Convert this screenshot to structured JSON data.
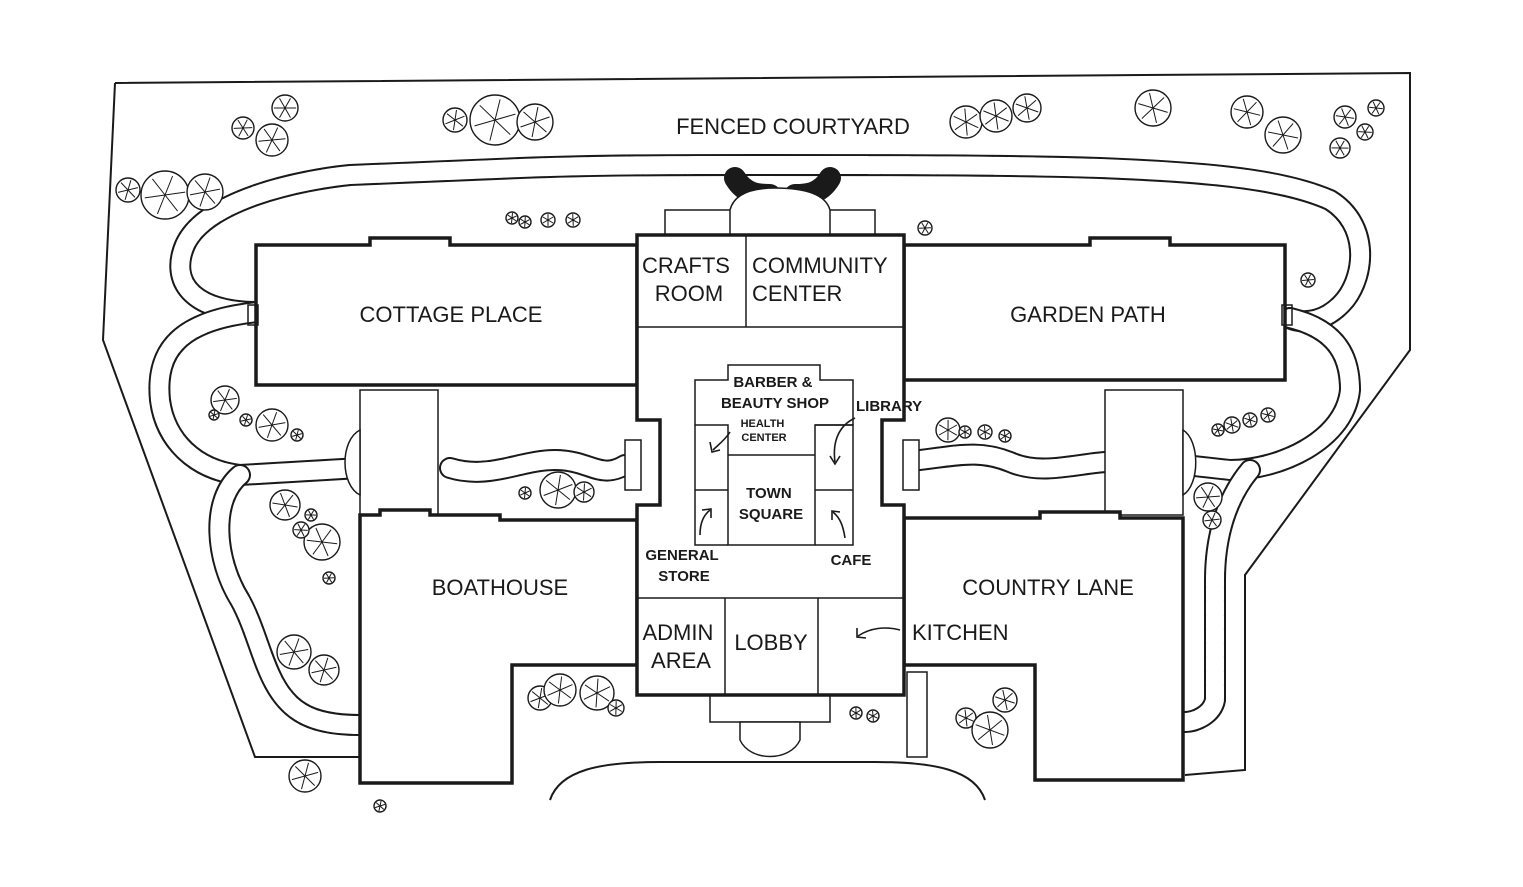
{
  "map": {
    "courtyard_label": "FENCED COURTYARD",
    "wings": {
      "cottage_place": "COTTAGE PLACE",
      "garden_path": "GARDEN PATH",
      "boathouse": "BOATHOUSE",
      "country_lane": "COUNTRY LANE"
    },
    "rooms": {
      "crafts_room": [
        "CRAFTS",
        "ROOM"
      ],
      "community_center": [
        "COMMUNITY",
        "CENTER"
      ],
      "barber": [
        "BARBER &",
        "BEAUTY SHOP"
      ],
      "library": "LIBRARY",
      "health_center": [
        "HEALTH",
        "CENTER"
      ],
      "town_square": [
        "TOWN",
        "SQUARE"
      ],
      "general_store": [
        "GENERAL",
        "STORE"
      ],
      "cafe": "CAFE",
      "admin_area": [
        "ADMIN",
        "AREA"
      ],
      "lobby": "LOBBY",
      "kitchen": "KITCHEN"
    },
    "colors": {
      "line": "#1a1a1a",
      "background": "#ffffff"
    }
  }
}
